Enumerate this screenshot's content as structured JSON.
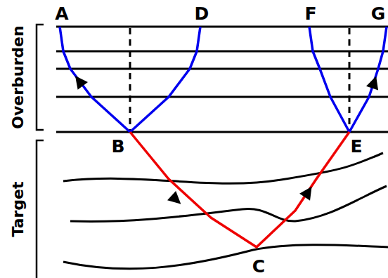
{
  "diagram": {
    "labels": [
      "Overburden",
      "Target",
      "A",
      "D",
      "F",
      "G",
      "B",
      "E",
      "C"
    ]
  }
}
